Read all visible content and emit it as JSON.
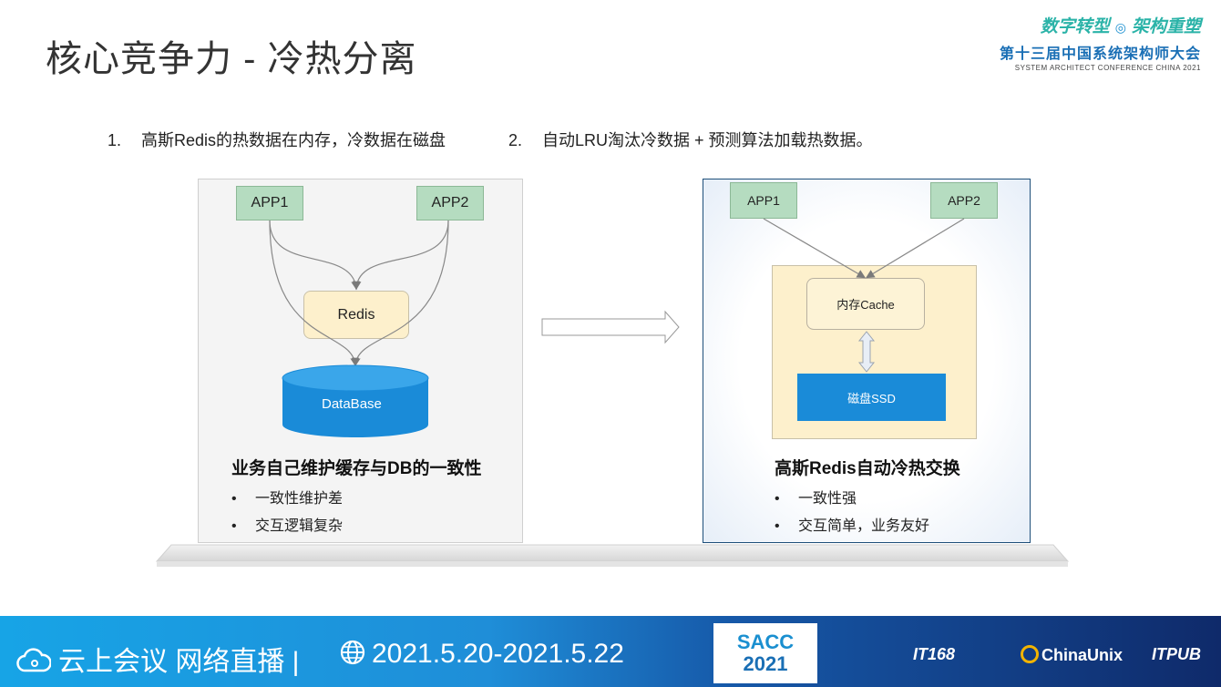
{
  "slide": {
    "title": "核心竞争力 - 冷热分离",
    "points": [
      {
        "num": "1.",
        "text": "高斯Redis的热数据在内存，冷数据在磁盘"
      },
      {
        "num": "2.",
        "text": "自动LRU淘汰冷数据 + 预测算法加载热数据。"
      }
    ]
  },
  "brand": {
    "line1_left": "数字转型",
    "line1_right": "架构重塑",
    "line2": "第十三届中国系统架构师大会",
    "line3": "SYSTEM ARCHITECT CONFERENCE CHINA 2021"
  },
  "left_diagram": {
    "app1": "APP1",
    "app2": "APP2",
    "redis": "Redis",
    "database": "DataBase",
    "heading": "业务自己维护缓存与DB的一致性",
    "bullets": [
      "一致性维护差",
      "交互逻辑复杂"
    ]
  },
  "right_diagram": {
    "app1": "APP1",
    "app2": "APP2",
    "memory_cache": "内存Cache",
    "ssd": "磁盘SSD",
    "heading": "高斯Redis自动冷热交换",
    "bullets": [
      "一致性强",
      "交互简单，业务友好"
    ]
  },
  "footer": {
    "cloud_text": "云上会议 网络直播 |",
    "date_text": "2021.5.20-2021.5.22",
    "sacc_line1": "SACC",
    "sacc_line2": "2021",
    "sponsors": [
      "IT168",
      "ChinaUnix",
      "ITPUB"
    ]
  },
  "colors": {
    "app_green": "#b5dcc0",
    "redis_cream": "#fdf0cc",
    "database_blue": "#1a8bd8",
    "ssd_blue": "#1a8bd8",
    "footer_blue": "#1f8ed8"
  }
}
